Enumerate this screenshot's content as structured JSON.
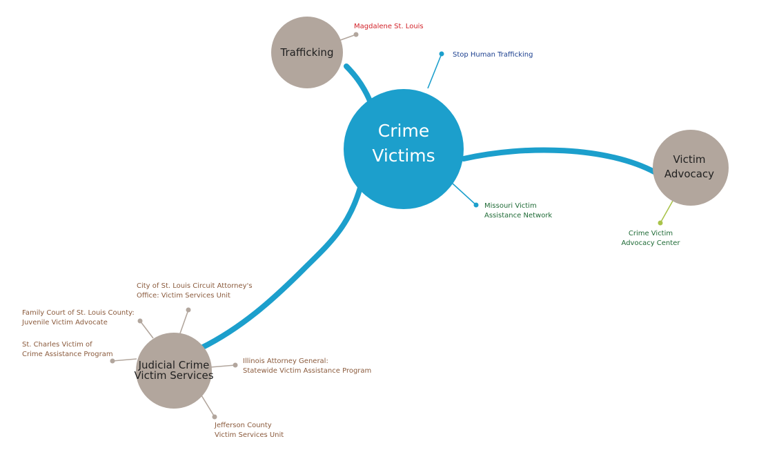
{
  "diagram": {
    "center": {
      "line1": "Crime",
      "line2": "Victims"
    },
    "nodes": {
      "trafficking": {
        "label": "Trafficking"
      },
      "victim_advocacy": {
        "line1": "Victim",
        "line2": "Advocacy"
      },
      "judicial": {
        "line1": "Judicial Crime",
        "line2": "Victim Services"
      }
    },
    "leaves": {
      "magdalene": "Magdalene St. Louis",
      "stop_trafficking": "Stop Human Trafficking",
      "missouri": {
        "line1": "Missouri Victim",
        "line2": "Assistance Network"
      },
      "advocacy_center": {
        "line1": "Crime Victim",
        "line2": "Advocacy Center"
      },
      "city_attorney": {
        "line1": "City of St. Louis Circuit Attorney's",
        "line2": "Office: Victim Services Unit"
      },
      "family_court": {
        "line1": "Family Court of St. Louis County:",
        "line2": "Juvenile Victim Advocate"
      },
      "st_charles": {
        "line1": "St. Charles Victim of",
        "line2": "Crime Assistance Program"
      },
      "illinois": {
        "line1": "Illinois Attorney General:",
        "line2": "Statewide Victim Assistance Program"
      },
      "jefferson": {
        "line1": "Jefferson County",
        "line2": "Victim Services Unit"
      }
    },
    "colors": {
      "main": "#1c9fcc",
      "node": "#b2a69d",
      "red_label": "#d2232a",
      "navy_label": "#1b3f8f",
      "green_label": "#1e6a35",
      "brown_label": "#8a5a3c",
      "green_accent": "#a9c34a"
    }
  }
}
